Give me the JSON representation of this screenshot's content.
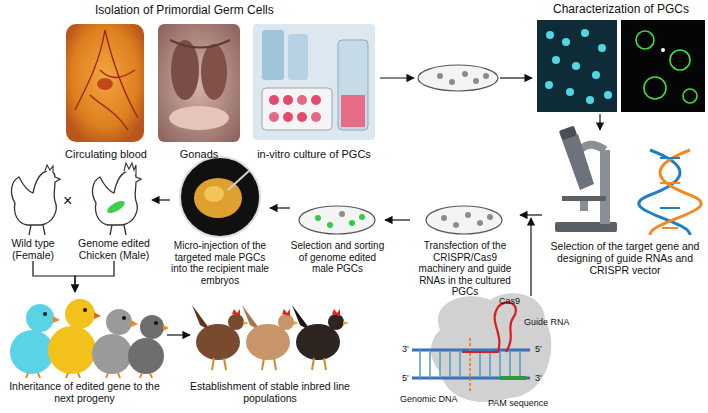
{
  "diagram": {
    "title": "Isolation of Primordial Germ Cells",
    "nodes": [
      {
        "text": [
          "Circulating blood"
        ]
      },
      {
        "text": [
          "Gonads"
        ]
      },
      {
        "text": [
          "in-vitro culture of PGCs"
        ]
      },
      {
        "text": [
          "Characterization of PGCs"
        ]
      },
      {
        "text": [
          "Selection of the target gene and designing of guide RNAs and CRISPR vector"
        ]
      },
      {
        "text": [
          "Transfection of the CRISPR/Cas9 machinery and guide RNAs in the cultured PGCs"
        ]
      },
      {
        "text": [
          "Selection and sorting of genome edited male PGCs"
        ]
      },
      {
        "text": [
          "Micro-injection of the targeted male PGCs into the recipient male embryos"
        ]
      },
      {
        "text": [
          "Wild type (Female)"
        ]
      },
      {
        "text": [
          "Genome edited Chicken (Male)"
        ]
      },
      {
        "text": [
          "Inheritance of edited gene to the next progeny"
        ]
      },
      {
        "text": [
          "Establishment of stable inbred line populations"
        ]
      }
    ],
    "edges": [
      {
        "from": 3,
        "to": 4,
        "arrow": "to"
      },
      {
        "from": 4,
        "to": 5,
        "arrow": "to"
      },
      {
        "from": 5,
        "to": 6,
        "arrow": "to"
      },
      {
        "from": 6,
        "to": 7,
        "arrow": "to"
      },
      {
        "from": 7,
        "to": 9,
        "arrow": "to"
      },
      {
        "from": 8,
        "to": 10,
        "arrow": "to"
      },
      {
        "from": 9,
        "to": 10,
        "arrow": "to"
      },
      {
        "from": 10,
        "to": 11,
        "arrow": "to"
      }
    ],
    "labels": [
      "×",
      "Cas9",
      "Guide RNA",
      "3'",
      "5'",
      "5'",
      "3'",
      "Genomic DNA",
      "PAM sequence"
    ]
  }
}
